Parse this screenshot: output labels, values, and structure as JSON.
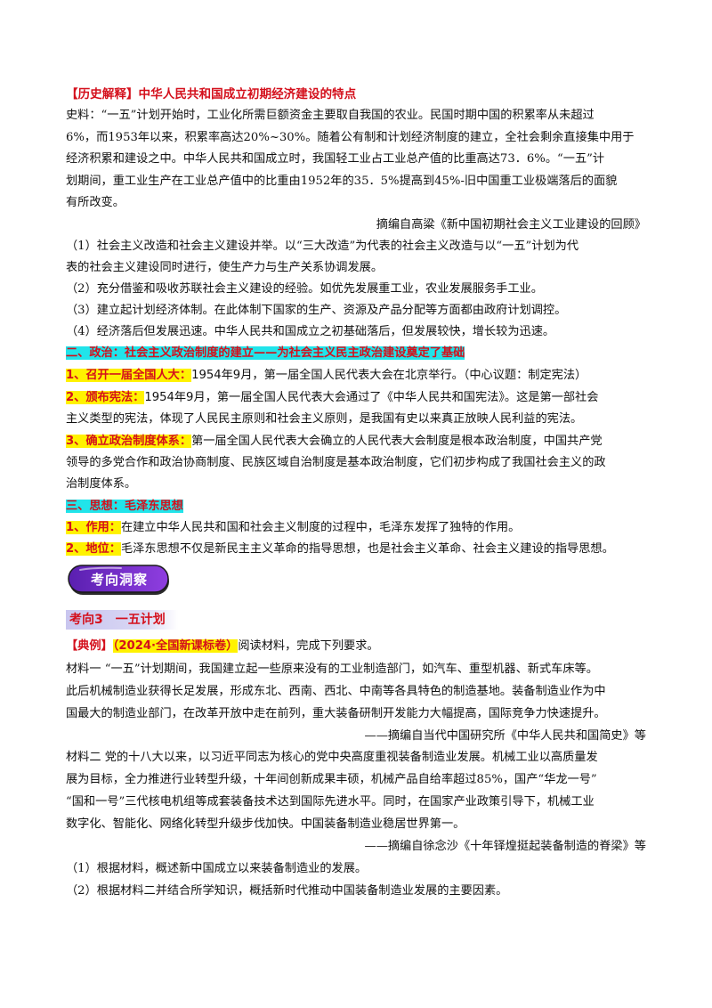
{
  "section_a": {
    "title": "【历史解释】中华人民共和国成立初期经济建设的特点",
    "source_lines": [
      "史料：“一五”计划开始时，工业化所需巨额资金主要取自我国的农业。民国时期中国的积累率从未超过",
      "6%，而1953年以来，积累率高达20%~30%。随着公有制和计划经济制度的建立，全社会剩余直接集中用于",
      "经济积累和建设之中。中华人民共和国成立时，我国轻工业占工业总产值的比重高达73．6%。“一五”计",
      "划期间，重工业生产在工业总产值中的比重由1952年的35．5%提高到45%-旧中国重工业极端落后的面貌",
      "有所改变。"
    ],
    "citation": "摘编自高粱《新中国初期社会主义工业建设的回顾》",
    "points": [
      "（1）社会主义改造和社会主义建设并举。以“三大改造”为代表的社会主义改造与以“一五”计划为代",
      "表的社会主义建设同时进行，使生产力与生产关系协调发展。",
      "（2）充分借鉴和吸收苏联社会主义建设的经验。如优先发展重工业，农业发展服务手工业。",
      "（3）建立起计划经济体制。在此体制下国家的生产、资源及产品分配等方面都由政府计划调控。",
      "（4）经济落后但发展迅速。中华人民共和国成立之初基础落后，但发展较快，增长较为迅速。"
    ]
  },
  "politics": {
    "heading": "二、政治：社会主义政治制度的建立——为社会主义民主政治建设奠定了基础",
    "item1_label": "1、召开一届全国人大：",
    "item1_text": "1954年9月，第一届全国人民代表大会在北京举行。（中心议题：制定宪法）",
    "item2_label": "2、颁布宪法：",
    "item2_text": "1954年9月，第一届全国人民代表大会通过了《中华人民共和国宪法》。这是第一部社会",
    "item2_cont": "主义类型的宪法，体现了人民民主原则和社会主义原则，是我国有史以来真正放映人民利益的宪法。",
    "item3_label": "3、确立政治制度体系：",
    "item3_text": "第一届全国人民代表大会确立的人民代表大会制度是根本政治制度，中国共产党",
    "item3_cont1": "领导的多党合作和政治协商制度、民族区域自治制度是基本政治制度，它们初步构成了我国社会主义的政",
    "item3_cont2": "治制度体系。"
  },
  "thought": {
    "heading": "三、思想：毛泽东思想",
    "item1_label": "1、作用：",
    "item1_text": "在建立中华人民共和国和社会主义制度的过程中，毛泽东发挥了独特的作用。",
    "item2_label": "2、地位：",
    "item2_text": "毛泽东思想不仅是新民主主义革命的指导思想，也是社会主义革命、社会主义建设的指导思想。"
  },
  "badge": {
    "label": "考向洞察"
  },
  "kaoxiang": {
    "title": "考向3　一五计划"
  },
  "example": {
    "tag": "【典例】",
    "source": "（2024·全国新课标卷）",
    "instruction": "阅读材料，完成下列要求。",
    "material1": [
      "材料一 “一五”计划期间，我国建立起一些原来没有的工业制造部门，如汽车、重型机器、新式车床等。",
      "此后机械制造业获得长足发展，形成东北、西南、西北、中南等各具特色的制造基地。装备制造业作为中",
      "国最大的制造业部门，在改革开放中走在前列，重大装备研制开发能力大幅提高，国际竞争力快速提升。"
    ],
    "material1_cite": "——摘编自当代中国研究所《中华人民共和国简史》等",
    "material2": [
      "材料二 党的十八大以来，以习近平同志为核心的党中央高度重视装备制造业发展。机械工业以高质量发",
      "展为目标，全力推进行业转型升级，十年间创新成果丰硕，机械产品自给率超过85%，国产“华龙一号”",
      "“国和一号”三代核电机组等成套装备技术达到国际先进水平。同时，在国家产业政策引导下，机械工业",
      "数字化、智能化、网络化转型升级步伐加快。中国装备制造业稳居世界第一。"
    ],
    "material2_cite": "——摘编自徐念沙《十年铎煌挺起装备制造的脊梁》等",
    "questions": [
      "（1）根据材料，概述新中国成立以来装备制造业的发展。",
      "（2）根据材料二并结合所学知识，概括新时代推动中国装备制造业发展的主要因素。"
    ]
  },
  "colors": {
    "red": "#d4101c",
    "highlight_yellow": "#fff200",
    "highlight_cyan": "#21e4ea",
    "badge_purple": "#7b2fd0",
    "band_lavender": "#c9c6ef"
  }
}
